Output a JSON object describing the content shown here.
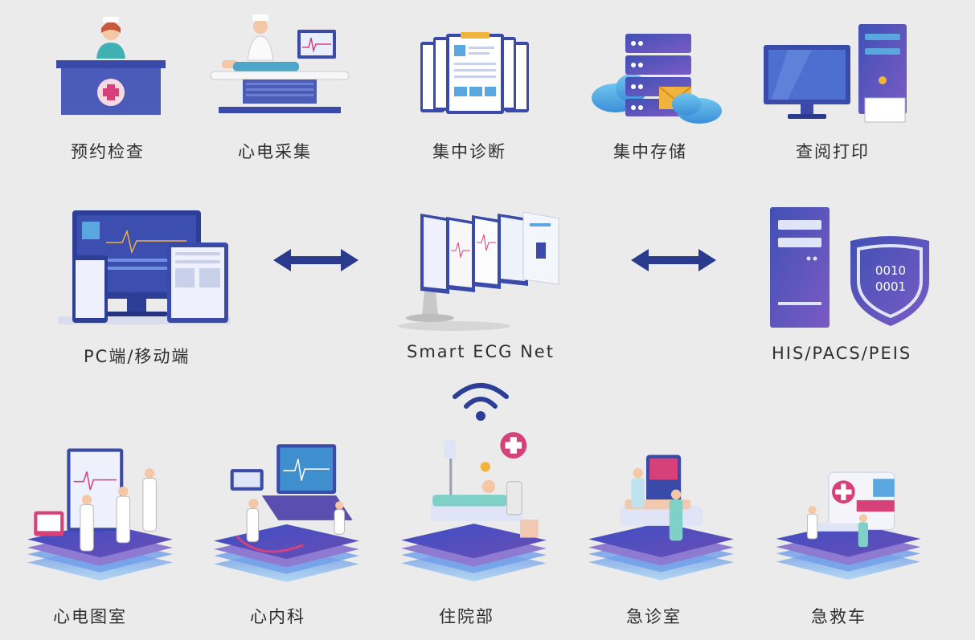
{
  "top_row": [
    {
      "label": "预约检查",
      "icon": "reception-desk-icon"
    },
    {
      "label": "心电采集",
      "icon": "ecg-acquisition-icon"
    },
    {
      "label": "集中诊断",
      "icon": "report-documents-icon"
    },
    {
      "label": "集中存储",
      "icon": "cloud-server-icon"
    },
    {
      "label": "查阅打印",
      "icon": "computer-printer-icon"
    }
  ],
  "middle_row": {
    "left": {
      "label": "PC端/移动端",
      "icon": "multi-device-icon"
    },
    "center": {
      "label": "Smart ECG Net",
      "icon": "monitor-windows-icon"
    },
    "right": {
      "label": "HIS/PACS/PEIS",
      "icon": "server-shield-icon",
      "shield_text_1": "0010",
      "shield_text_2": "0001"
    }
  },
  "bottom_row": [
    {
      "label": "心电图室",
      "icon": "ecg-room-icon"
    },
    {
      "label": "心内科",
      "icon": "cardiology-icon"
    },
    {
      "label": "住院部",
      "icon": "inpatient-ward-icon"
    },
    {
      "label": "急诊室",
      "icon": "emergency-room-icon"
    },
    {
      "label": "急救车",
      "icon": "ambulance-icon"
    }
  ],
  "colors": {
    "primary_blue": "#2c3e96",
    "purple": "#6b54b8",
    "light_blue": "#5aa7e0",
    "arrow": "#2a3a8c",
    "background": "#ebebeb"
  }
}
